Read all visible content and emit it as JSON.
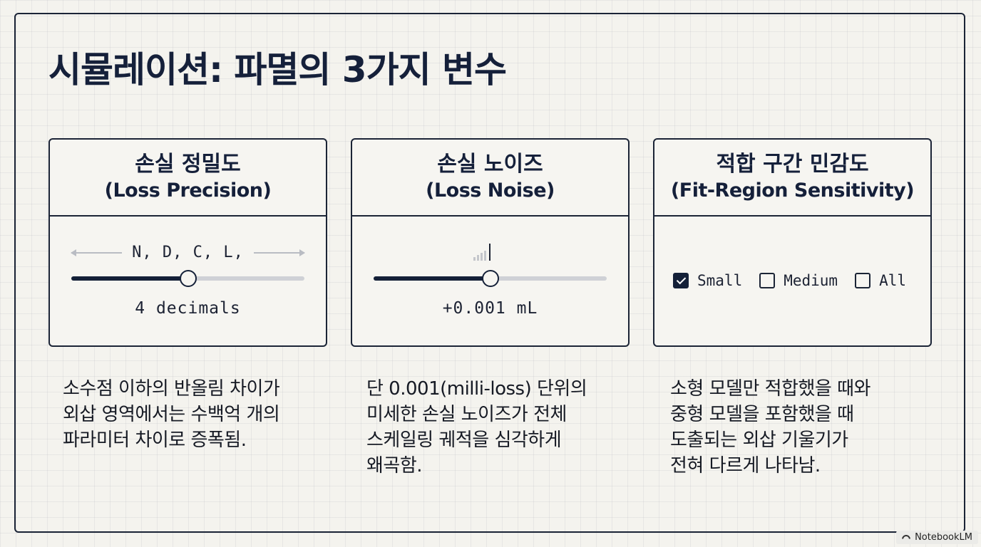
{
  "title": "시뮬레이션: 파멸의 3가지 변수",
  "cards": [
    {
      "title_ko": "손실 정밀도",
      "title_en": "(Loss Precision)",
      "params_text": "N, D, C, L,",
      "slider_value": 0.5,
      "value_text": "4 decimals",
      "description_lines": [
        "소수점 이하의 반올림 차이가",
        "외삽 영역에서는 수백억 개의",
        "파라미터 차이로 증폭됨."
      ]
    },
    {
      "title_ko": "손실 노이즈",
      "title_en": "(Loss Noise)",
      "icon": "signal-bars-icon",
      "slider_value": 0.5,
      "value_text": "+0.001 mL",
      "description_lines": [
        "단 0.001(milli-loss) 단위의",
        " 미세한 손실 노이즈가 전체",
        " 스케일링 궤적을 심각하게",
        " 왜곡함."
      ]
    },
    {
      "title_ko": "적합 구간 민감도",
      "title_en": "(Fit-Region Sensitivity)",
      "options": [
        {
          "label": "Small",
          "checked": true
        },
        {
          "label": "Medium",
          "checked": false
        },
        {
          "label": "All",
          "checked": false
        }
      ],
      "description_lines": [
        " 소형 모델만 적합했을 때와",
        " 중형 모델을 포함했을 때",
        "도출되는 외삽 기울기가",
        " 전혀 다르게 나타남."
      ]
    }
  ],
  "brand": "NotebookLM",
  "colors": {
    "navy": "#142038",
    "track": "#cfd1d6",
    "background": "#f4f3ee"
  }
}
